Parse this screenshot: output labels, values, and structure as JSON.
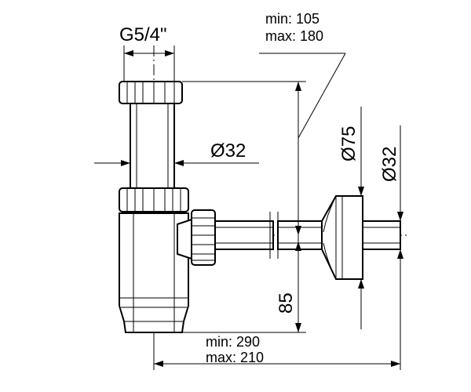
{
  "dimensions": {
    "thread": "G5/4\"",
    "pipe_diameter": "Ø32",
    "outlet_diameter": "Ø32",
    "flange_diameter": "Ø75",
    "outlet_height": "85",
    "height_min": "min: 105",
    "height_max": "max: 180",
    "length_min": "min:  290",
    "length_max": "max: 210"
  }
}
